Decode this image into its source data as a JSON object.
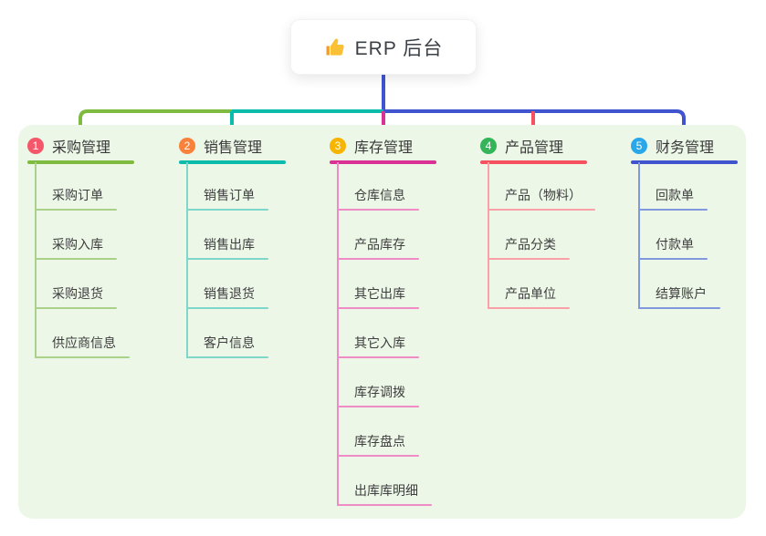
{
  "root": {
    "label": "ERP 后台",
    "icon": "thumbs-up"
  },
  "panel": {
    "bg": "#ecf7e8"
  },
  "connector": {
    "root_color": "#4054cf"
  },
  "branches": [
    {
      "num": "1",
      "label": "采购管理",
      "badge_color": "#f4566a",
      "line_color": "#7fbb40",
      "child_line_color": "#a9d288",
      "children": [
        "采购订单",
        "采购入库",
        "采购退货",
        "供应商信息"
      ]
    },
    {
      "num": "2",
      "label": "销售管理",
      "badge_color": "#f9813a",
      "line_color": "#0cbcab",
      "child_line_color": "#7fd7c9",
      "children": [
        "销售订单",
        "销售出库",
        "销售退货",
        "客户信息"
      ]
    },
    {
      "num": "3",
      "label": "库存管理",
      "badge_color": "#f7b500",
      "line_color": "#da3195",
      "child_line_color": "#ef8cc6",
      "children": [
        "仓库信息",
        "产品库存",
        "其它出库",
        "其它入库",
        "库存调拨",
        "库存盘点",
        "出库库明细"
      ]
    },
    {
      "num": "4",
      "label": "产品管理",
      "badge_color": "#36b459",
      "line_color": "#f5515f",
      "child_line_color": "#f9a0a8",
      "children": [
        "产品（物料）",
        "产品分类",
        "产品单位"
      ]
    },
    {
      "num": "5",
      "label": "财务管理",
      "badge_color": "#2aa7e8",
      "line_color": "#4054cf",
      "child_line_color": "#8298dd",
      "children": [
        "回款单",
        "付款单",
        "结算账户"
      ]
    }
  ]
}
